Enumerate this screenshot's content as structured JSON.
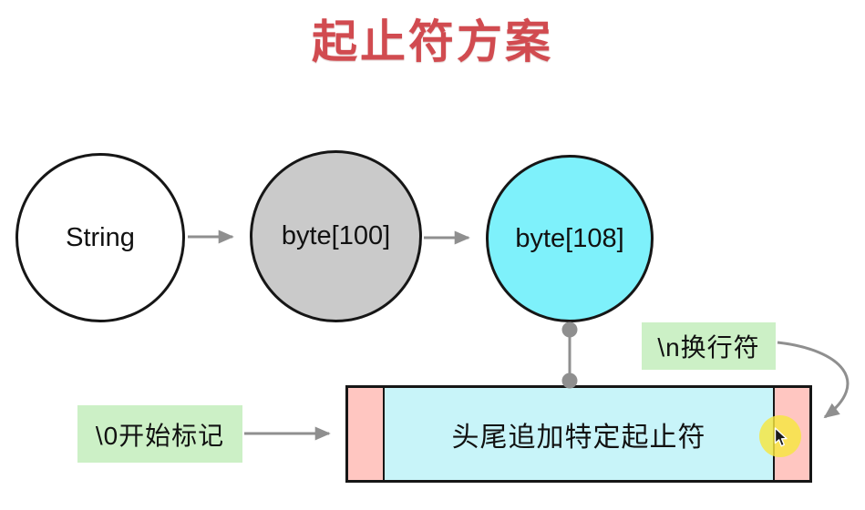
{
  "title": "起止符方案",
  "nodes": [
    {
      "id": "string",
      "label": "String",
      "fill": "#ffffff"
    },
    {
      "id": "byte100",
      "label": "byte[100]",
      "fill": "#cacaca"
    },
    {
      "id": "byte108",
      "label": "byte[108]",
      "fill": "#7ef1fb"
    }
  ],
  "process_box": {
    "label": "头尾追加特定起止符",
    "body_fill": "#c8f4f9",
    "end_band_fill": "#ffc6c1"
  },
  "annotations": {
    "start_marker": "\\0开始标记",
    "newline": "\\n换行符",
    "label_fill": "#ccf0c6"
  },
  "colors": {
    "title_red": "#d14b50",
    "outline_black": "#161616",
    "arrow_gray": "#8f8f8f",
    "cursor_highlight_yellow": "#f6e63f"
  }
}
